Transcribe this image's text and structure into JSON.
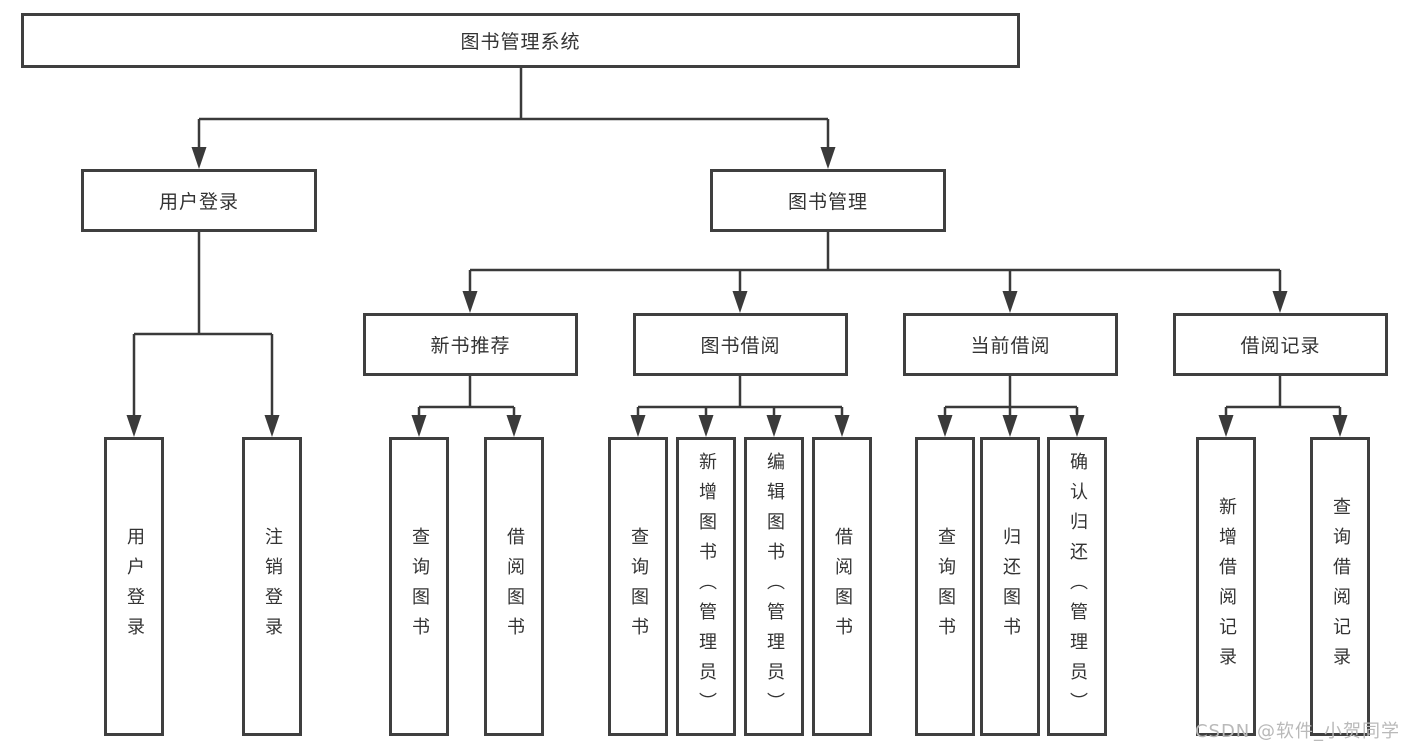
{
  "diagram": {
    "root": {
      "label": "图书管理系统"
    },
    "level2": {
      "user_login": {
        "label": "用户登录"
      },
      "book_mgmt": {
        "label": "图书管理"
      }
    },
    "level3": {
      "new_book_rec": {
        "label": "新书推荐"
      },
      "book_borrow": {
        "label": "图书借阅"
      },
      "current_borrow": {
        "label": "当前借阅"
      },
      "borrow_record": {
        "label": "借阅记录"
      }
    },
    "leaves": {
      "user_login": {
        "label": "用户登录"
      },
      "logout": {
        "label": "注销登录"
      },
      "rec_query_book": {
        "label": "查询图书"
      },
      "rec_borrow_book": {
        "label": "借阅图书"
      },
      "borrow_query_book": {
        "label": "查询图书"
      },
      "borrow_add_book": {
        "label": "新增图书（管理员）"
      },
      "borrow_edit_book": {
        "label": "编辑图书（管理员）"
      },
      "borrow_borrow_book": {
        "label": "借阅图书"
      },
      "current_query_book": {
        "label": "查询图书"
      },
      "current_return_book": {
        "label": "归还图书"
      },
      "current_confirm_return": {
        "label": "确认归还（管理员）"
      },
      "record_add": {
        "label": "新增借阅记录"
      },
      "record_query": {
        "label": "查询借阅记录"
      }
    }
  },
  "watermark": {
    "text": "CSDN @软件_小贺同学"
  },
  "colors": {
    "line": "#3a3a3a",
    "box_border": "#3f3f3f",
    "text": "#333333",
    "background": "#ffffff",
    "watermark": "#b9b9b9"
  }
}
